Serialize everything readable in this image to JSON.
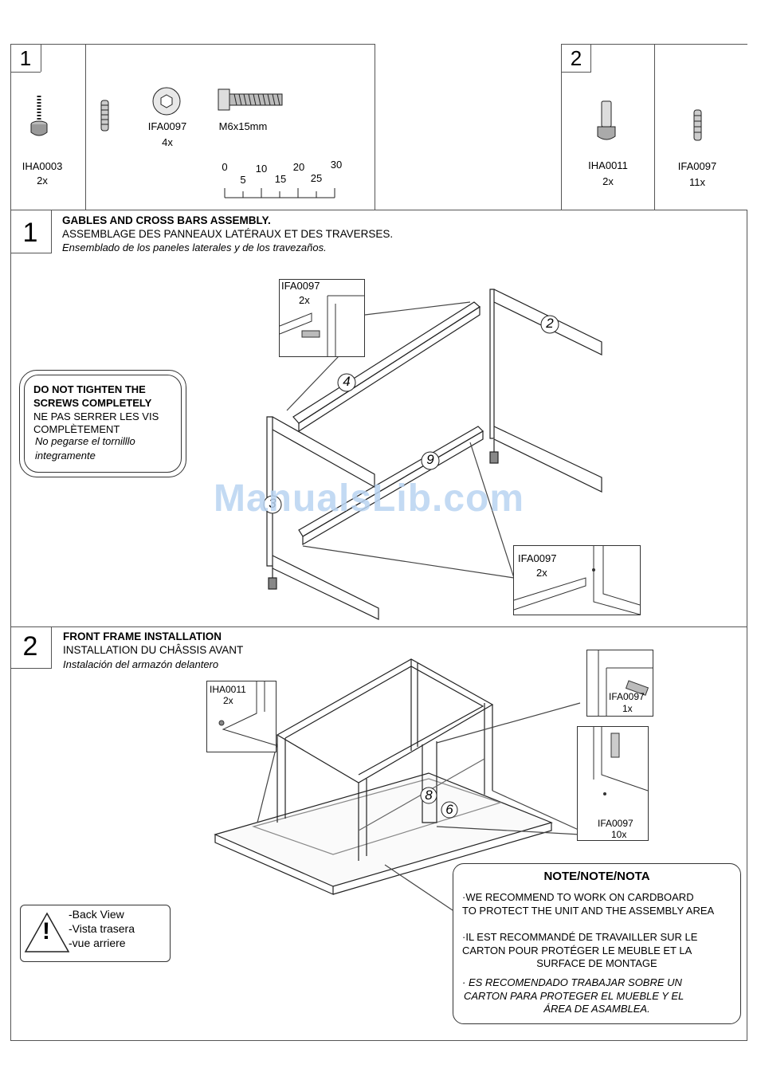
{
  "parts_box_1": {
    "number": "1",
    "items": [
      {
        "code": "IHA0003",
        "qty": "2x"
      },
      {
        "code": "IFA0097",
        "qty": "4x"
      },
      {
        "code": "M6x15mm",
        "qty": ""
      }
    ],
    "ruler_ticks": [
      "0",
      "5",
      "10",
      "15",
      "20",
      "25",
      "30"
    ]
  },
  "parts_box_2": {
    "number": "2",
    "items": [
      {
        "code": "IHA0011",
        "qty": "2x"
      },
      {
        "code": "IFA0097",
        "qty": "11x"
      }
    ]
  },
  "step1": {
    "number": "1",
    "title_en": "GABLES AND CROSS BARS ASSEMBLY.",
    "title_fr": "ASSEMBLAGE DES PANNEAUX LATÉRAUX ET DES TRAVERSES.",
    "title_es": "Ensemblado de los paneles laterales y de los travezaños.",
    "warning": {
      "en_line1": "DO NOT TIGHTEN THE",
      "en_line2": "SCREWS COMPLETELY",
      "fr_line1": "NE PAS SERRER LES VIS",
      "fr_line2": "COMPLÈTEMENT",
      "es_line1": "No pegarse el tornilllo",
      "es_line2": "integramente"
    },
    "inset_top": {
      "code": "IFA0097",
      "qty": "2x"
    },
    "inset_bottom": {
      "code": "IFA0097",
      "qty": "2x"
    },
    "part_labels": [
      "2",
      "4",
      "9",
      "3"
    ]
  },
  "step2": {
    "number": "2",
    "title_en": "FRONT FRAME INSTALLATION",
    "title_fr": "INSTALLATION DU CHÂSSIS AVANT",
    "title_es": "Instalación del armazón delantero",
    "inset_left": {
      "code": "IHA0011",
      "qty": "2x"
    },
    "inset_right_top": {
      "code": "IFA0097",
      "qty": "1x"
    },
    "inset_right_bottom": {
      "code": "IFA0097",
      "qty": "10x"
    },
    "part_labels": [
      "8",
      "6"
    ],
    "back_view": {
      "symbol": "!",
      "line1": "-Back View",
      "line2": "-Vista trasera",
      "line3": "-vue arriere"
    },
    "note": {
      "title": "NOTE/NOTE/NOTA",
      "en_line1": "·WE RECOMMEND TO WORK ON CARDBOARD",
      "en_line2": "TO PROTECT THE UNIT AND THE ASSEMBLY AREA",
      "fr_line1": "·IL EST RECOMMANDÉ DE TRAVAILLER SUR LE",
      "fr_line2": "CARTON POUR PROTÉGER LE MEUBLE ET LA",
      "fr_line3": "SURFACE  DE MONTAGE",
      "es_line1": "· ES RECOMENDADO TRABAJAR SOBRE UN",
      "es_line2": "CARTON PARA PROTEGER EL MUEBLE Y EL",
      "es_line3": "ÁREA DE ASAMBLEA."
    }
  },
  "watermark": "ManualsLib.com"
}
